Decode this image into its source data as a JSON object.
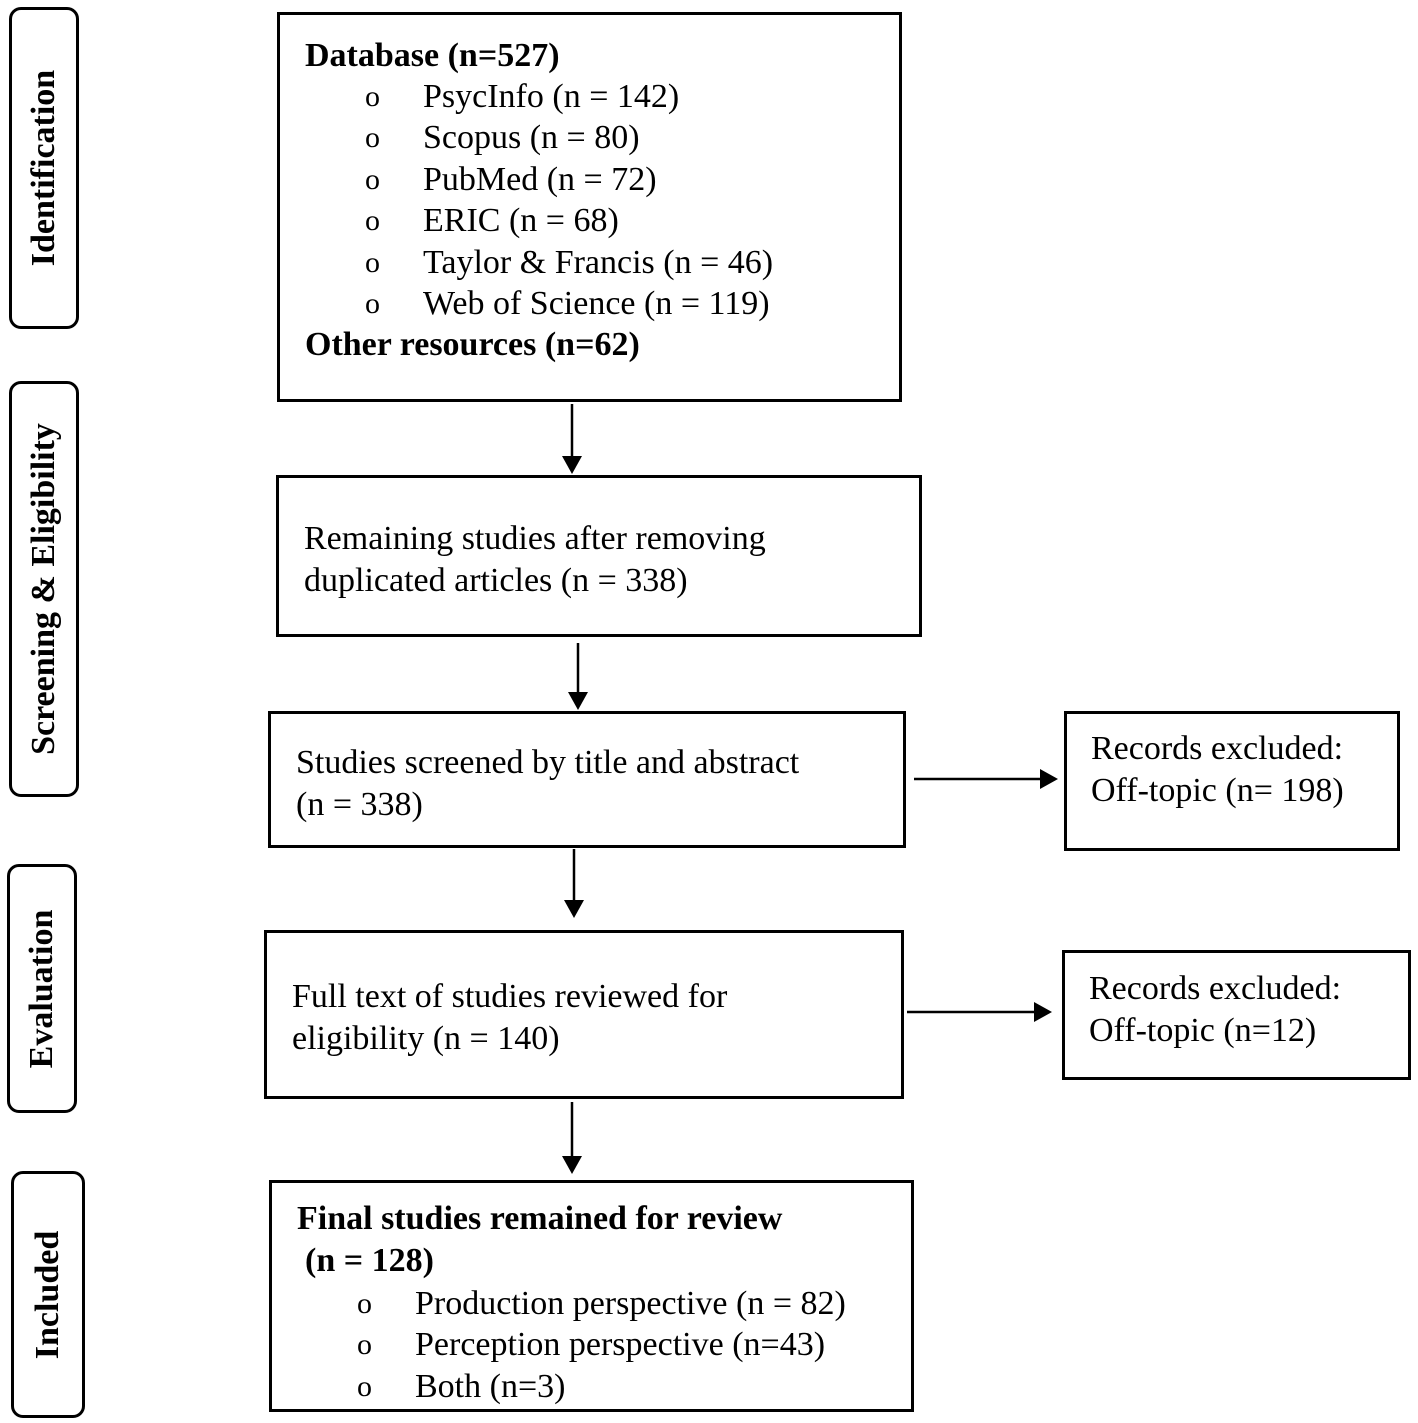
{
  "stages": {
    "identification": "Identification",
    "screening": "Screening & Eligibility",
    "evaluation": "Evaluation",
    "included": "Included"
  },
  "identification_box": {
    "heading_database": "Database (n=527)",
    "databases": [
      "PsycInfo (n = 142)",
      "Scopus (n = 80)",
      "PubMed (n = 72)",
      "ERIC (n = 68)",
      "Taylor & Francis (n = 46)",
      "Web of Science (n = 119)"
    ],
    "heading_other": "Other resources (n=62)"
  },
  "dedup_box": {
    "line1": "Remaining studies after removing",
    "line2": "duplicated articles (n = 338)"
  },
  "screen_box": {
    "line1": "Studies screened by title and abstract",
    "line2": "(n = 338)"
  },
  "excluded_screen": {
    "line1": "Records excluded:",
    "line2": "Off-topic (n= 198)"
  },
  "fulltext_box": {
    "line1": "Full text of studies reviewed for",
    "line2": "eligibility (n = 140)"
  },
  "excluded_fulltext": {
    "line1": "Records excluded:",
    "line2": "Off-topic (n=12)"
  },
  "final_box": {
    "heading1": "Final studies remained for review",
    "heading2": "(n = 128)",
    "items": [
      "Production perspective (n = 82)",
      "Perception perspective (n=43)",
      "Both (n=3)"
    ]
  },
  "bullet_symbol": "o"
}
